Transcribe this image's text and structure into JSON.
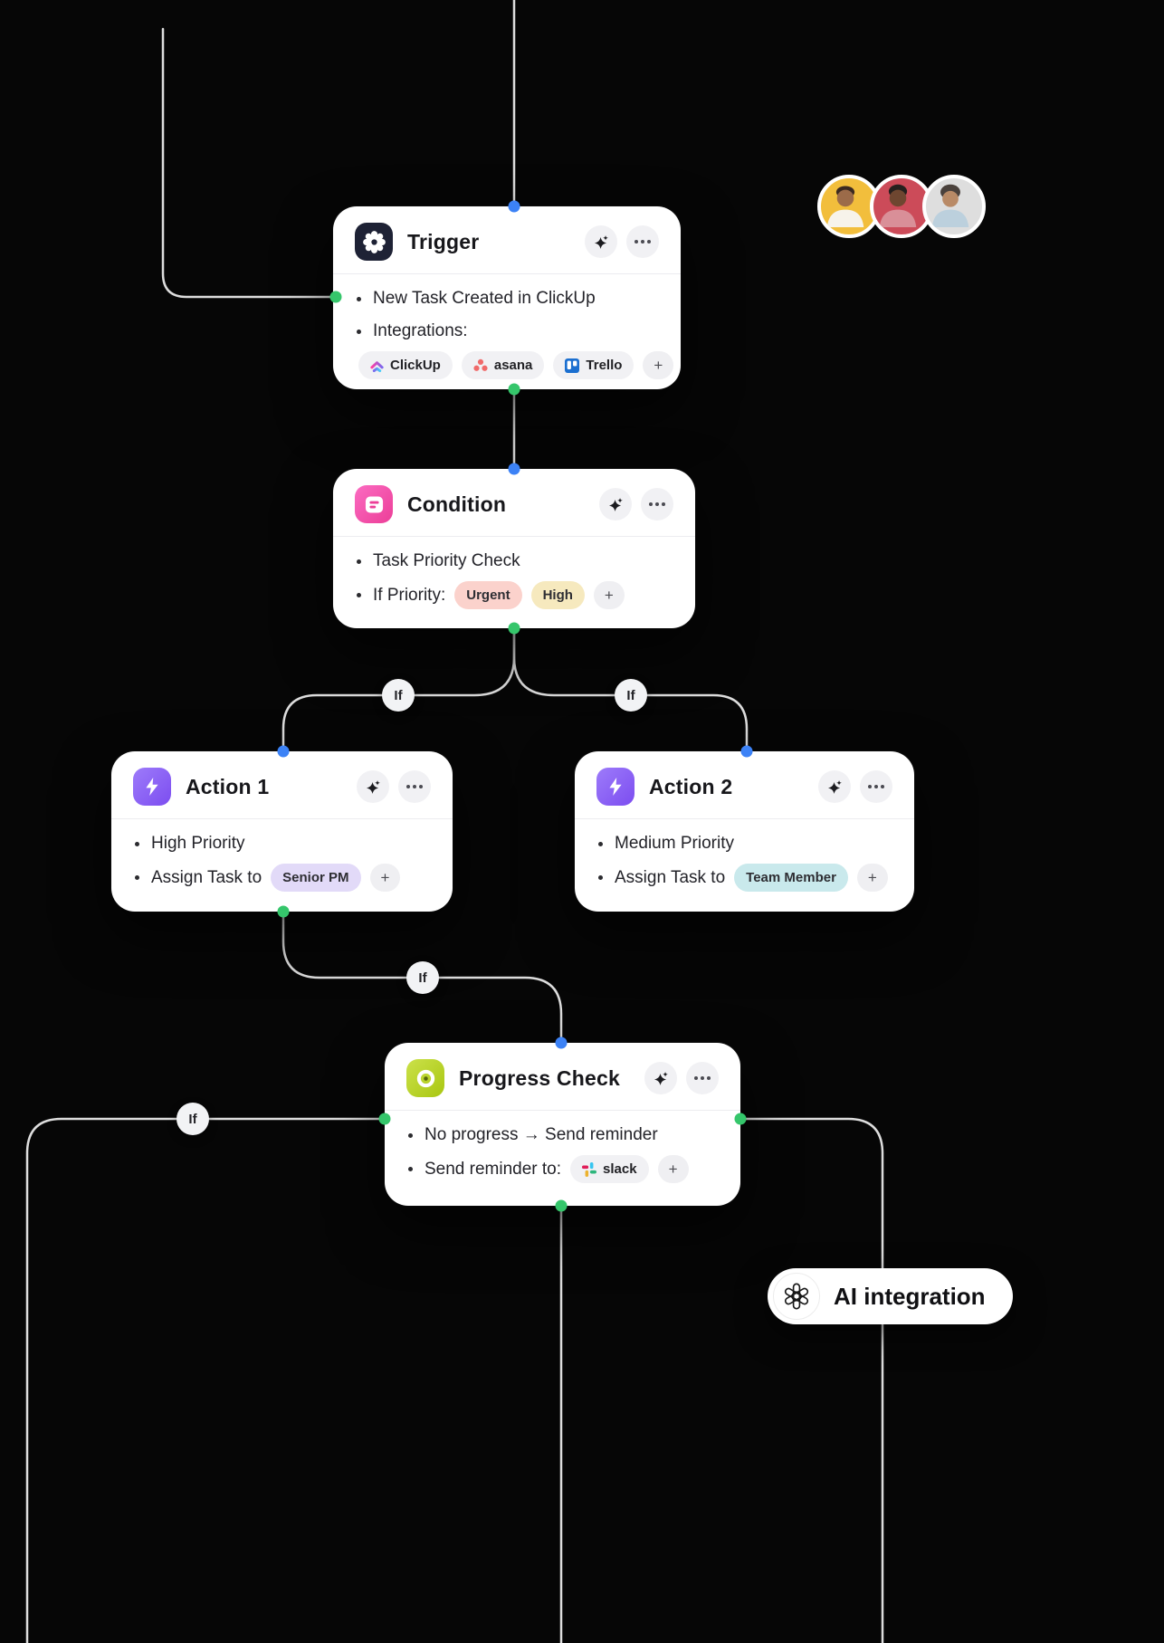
{
  "connectors": {
    "if_label": "If"
  },
  "ai_badge": {
    "label": "AI integration",
    "icon": "openai-logo"
  },
  "nodes": {
    "trigger": {
      "title": "Trigger",
      "icon": "gear-icon",
      "icon_bg": "#1E2235",
      "bullets": {
        "b1": "New Task Created in ClickUp",
        "b2": "Integrations:"
      },
      "chips": {
        "clickup": "ClickUp",
        "asana": "asana",
        "trello": "Trello",
        "plus": "+"
      }
    },
    "condition": {
      "title": "Condition",
      "icon": "document-icon",
      "icon_bg": "#EC3E98",
      "bullets": {
        "b1": "Task Priority Check",
        "b2": "If Priority:"
      },
      "chips": {
        "urgent": "Urgent",
        "high": "High",
        "plus": "+"
      }
    },
    "action1": {
      "title": "Action 1",
      "icon": "lightning-icon",
      "icon_bg": "#8B5CF6",
      "bullets": {
        "b1": "High Priority",
        "b2": "Assign Task to"
      },
      "chips": {
        "assignee": "Senior PM",
        "plus": "+"
      }
    },
    "action2": {
      "title": "Action 2",
      "icon": "lightning-icon",
      "icon_bg": "#8B5CF6",
      "bullets": {
        "b1": "Medium Priority",
        "b2": "Assign Task to"
      },
      "chips": {
        "assignee": "Team Member",
        "plus": "+"
      }
    },
    "progress": {
      "title": "Progress Check",
      "icon": "target-icon",
      "icon_bg": "#B5D333",
      "bullets": {
        "b1": "No progress → Send reminder",
        "b2": "Send reminder to:"
      },
      "chips": {
        "slack": "slack",
        "plus": "+"
      }
    }
  },
  "colors": {
    "card_bg": "#FFFFFF",
    "canvas_bg": "#060606",
    "connector": "#E9E9E9",
    "input_port": "#3C82F6",
    "output_port": "#35C66B",
    "chip_urgent_bg": "#FBD2CC",
    "chip_high_bg": "#F6E9BE",
    "chip_senior_pm_bg": "#E2DAF8",
    "chip_team_member_bg": "#C9E9EC"
  },
  "avatars": [
    {
      "id": "avatar-1",
      "bg": "#F2BE3C"
    },
    {
      "id": "avatar-2",
      "bg": "#CC4B59"
    },
    {
      "id": "avatar-3",
      "bg": "#DEDEDE"
    }
  ]
}
